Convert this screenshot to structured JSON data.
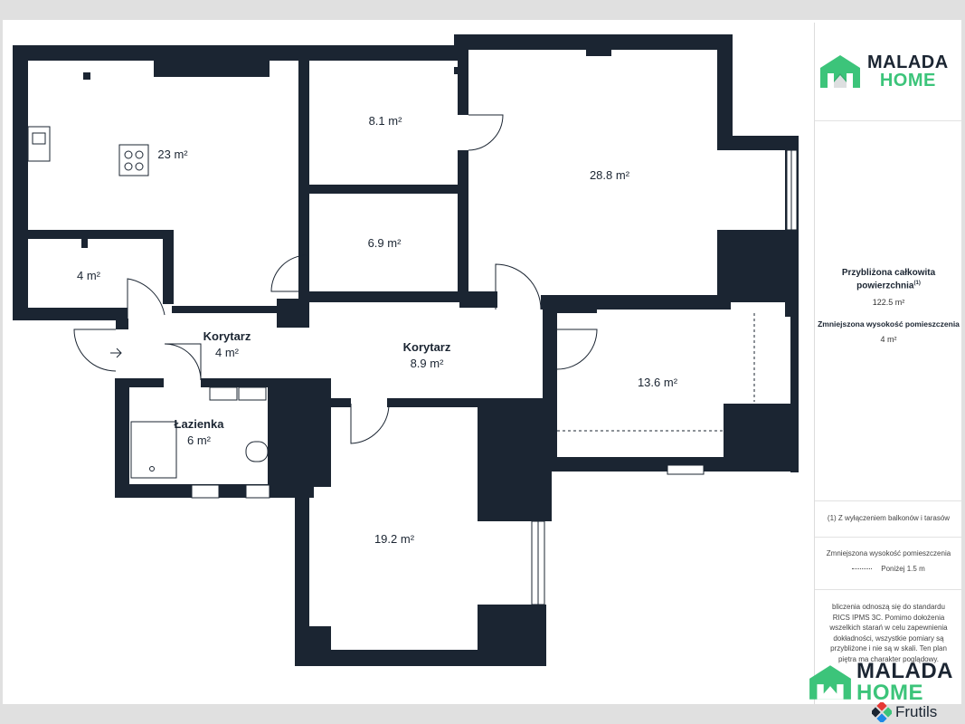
{
  "brand": {
    "line1": "MALADA",
    "line2": "HOME",
    "accent": "#3cc47a",
    "dark": "#1b2532"
  },
  "rooms": {
    "kitchen": {
      "area": "23 m²"
    },
    "room_8_1": {
      "area": "8.1 m²"
    },
    "room_28_8": {
      "area": "28.8 m²"
    },
    "room_6_9": {
      "area": "6.9 m²"
    },
    "storage": {
      "area": "4 m²"
    },
    "hall_left": {
      "name": "Korytarz",
      "area": "4 m²"
    },
    "hall_mid": {
      "name": "Korytarz",
      "area": "8.9 m²"
    },
    "room_13_6": {
      "area": "13.6 m²"
    },
    "bathroom": {
      "name": "Łazienka",
      "area": "6 m²"
    },
    "room_19_2": {
      "area": "19.2 m²"
    }
  },
  "sidebar": {
    "total_label_1": "Przybliżona całkowita",
    "total_label_2": "powierzchnia",
    "total_sup": "(1)",
    "total_value": "122.5 m²",
    "reduced_label": "Zmniejszona wysokość pomieszczenia",
    "reduced_value": "4 m²",
    "footnote": "(1) Z wyłączeniem balkonów i tarasów",
    "legend_title": "Zmniejszona wysokość pomieszczenia",
    "legend_item": "Poniżej 1.5 m",
    "disclaimer": "bliczenia odnoszą się do standardu RICS IPMS 3C. Pomimo dołożenia wszelkich starań w celu zapewnienia dokładności, wszystkie pomiary są przybliżone i nie są w skali. Ten plan piętra ma charakter poglądowy."
  },
  "watermark": {
    "text": "Frutils"
  },
  "icons": [
    "arrow-right-icon",
    "malada-home-logo",
    "frutils-logo"
  ]
}
